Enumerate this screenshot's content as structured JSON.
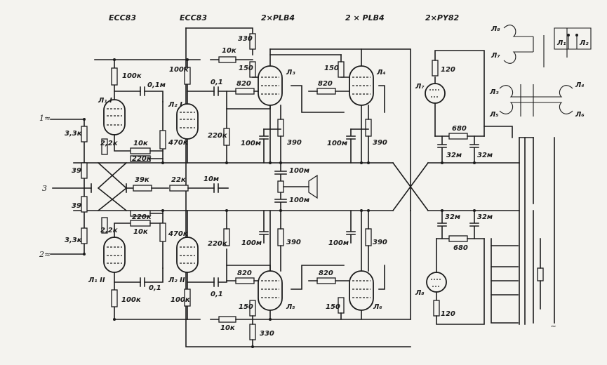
{
  "headers": [
    "ECC83",
    "ECC83",
    "2×PLB4",
    "2 × PLB4",
    "2×PY82"
  ],
  "inputs": {
    "in1": "1≈",
    "in3": "3",
    "in2": "2≈"
  },
  "tubes": {
    "l1_1": "Л₁ I",
    "l2_1": "Л₂ I",
    "l1_2": "Л₁ II",
    "l2_2": "Л₂ II",
    "l3": "Л₃",
    "l4": "Л₄",
    "l5": "Л₅",
    "l6": "Л₆",
    "l7": "Л₇",
    "l8": "Л₈"
  },
  "resistors": {
    "r100k_a": "100к",
    "r100k_b": "100к",
    "r100k_c": "100к",
    "r100k_d": "100к",
    "r33k_a": "3,3к",
    "r33k_b": "3,3к",
    "r22k_a": "2,2к",
    "r22k_b": "2,2к",
    "r39_a": "39",
    "r39_b": "39",
    "r10k_a": "10к",
    "r10k_b": "10к",
    "r220k_a": "220к",
    "r220k_b": "220к",
    "r39k": "39к",
    "r22k": "22к",
    "r470k_a": "470к",
    "r470k_b": "470к",
    "r10k_top": "10к",
    "r10k_bot": "10к",
    "r330_a": "330",
    "r330_b": "330",
    "r150_a": "150",
    "r150_b": "150",
    "r150_c": "150",
    "r150_d": "150",
    "r820_a": "820",
    "r820_b": "820",
    "r820_c": "820",
    "r820_d": "820",
    "r220k_c": "220к",
    "r220k_d": "220к",
    "r390_a": "390",
    "r390_b": "390",
    "r390_c": "390",
    "r390_d": "390",
    "r120_a": "120",
    "r120_b": "120",
    "r680_a": "680",
    "r680_b": "680"
  },
  "capacitors": {
    "c01m_a": "0,1м",
    "c01_b": "0,1",
    "c01_c": "0,1",
    "c01_d": "0,1",
    "c100m_a": "100м",
    "c100m_b": "100м",
    "c100m_c": "100м",
    "c100m_d": "100м",
    "c100m_e": "100м",
    "c100m_f": "100м",
    "c10m": "10м",
    "c32m_a": "32м",
    "c32m_b": "32м",
    "c32m_c": "32м",
    "c32m_d": "32м"
  },
  "misc": {
    "ac_mark": "~"
  },
  "heaters": {
    "l8": "Л₈",
    "l7": "Л₇",
    "l1": "Л₁",
    "l2": "Л₂",
    "l3": "Л₃",
    "l4": "Л₄",
    "l5": "Л₅",
    "l6": "Л₆"
  }
}
